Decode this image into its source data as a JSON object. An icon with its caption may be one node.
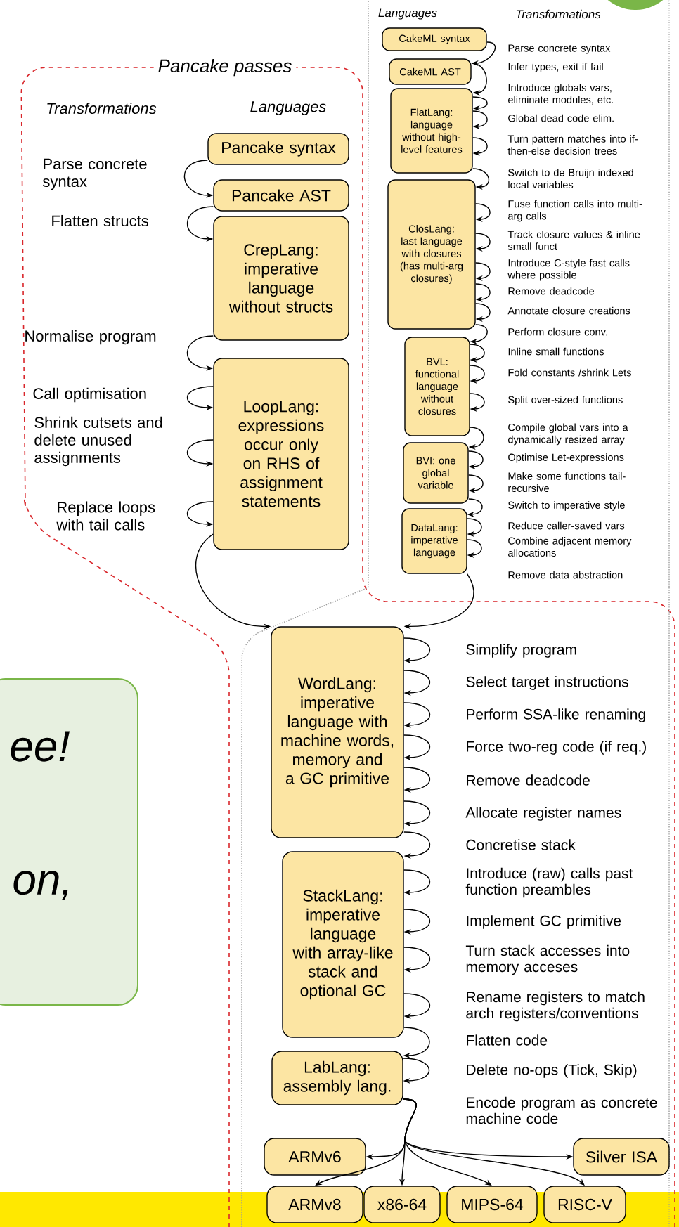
{
  "diagram": {
    "nodes": [
      {
        "text": [
          "Pancake passes",
          "Transformations",
          "Languages"
        ]
      },
      {
        "text": [
          "Pancake syntax"
        ],
        "in": 0
      },
      {
        "text": [
          "Pancake AST"
        ],
        "in": 0
      },
      {
        "text": [
          "CrepLang: imperative language without structs"
        ],
        "in": 0
      },
      {
        "text": [
          "LoopLang: expressions occur only on RHS of assignment statements"
        ],
        "in": 0
      },
      {
        "text": [
          "Languages",
          "Transformations"
        ]
      },
      {
        "text": [
          "CakeML syntax"
        ],
        "in": 5
      },
      {
        "text": [
          "CakeML AST"
        ],
        "in": 5
      },
      {
        "text": [
          "FlatLang: language without high-level features"
        ],
        "in": 5
      },
      {
        "text": [
          "ClosLang: last language with closures (has multi-arg closures)"
        ],
        "in": 5
      },
      {
        "text": [
          "BVL: functional language without closures"
        ],
        "in": 5
      },
      {
        "text": [
          "BVI: one global variable"
        ],
        "in": 5
      },
      {
        "text": [
          "DataLang: imperative language"
        ],
        "in": 5
      },
      {
        "text": [
          "WordLang: imperative language with machine words, memory and a GC primitive"
        ]
      },
      {
        "text": [
          "StackLang: imperative language with array-like stack and optional GC"
        ]
      },
      {
        "text": [
          "LabLang: assembly lang."
        ]
      },
      {
        "text": [
          "ARMv6"
        ]
      },
      {
        "text": [
          "Silver ISA"
        ]
      },
      {
        "text": [
          "ARMv8"
        ]
      },
      {
        "text": [
          "x86-64"
        ]
      },
      {
        "text": [
          "MIPS-64"
        ]
      },
      {
        "text": [
          "RISC-V"
        ]
      },
      {
        "text": [
          "ee!",
          "on,"
        ]
      }
    ],
    "edges": [
      {
        "from": 1,
        "to": 2,
        "arrow": "to",
        "label": "Parse concrete syntax"
      },
      {
        "from": 2,
        "to": 3,
        "arrow": "to",
        "label": "Flatten structs"
      },
      {
        "from": 3,
        "to": 4,
        "arrow": "to",
        "label": "Normalise program"
      },
      {
        "from": 4,
        "to": 4,
        "arrow": "to",
        "label": "Call optimisation"
      },
      {
        "from": 4,
        "to": 4,
        "arrow": "to",
        "label": "Shrink cutsets and delete unused assignments"
      },
      {
        "from": 4,
        "to": 4,
        "arrow": "to",
        "label": "Replace loops with tail calls"
      },
      {
        "from": 4,
        "to": 13,
        "arrow": "to"
      },
      {
        "from": 6,
        "to": 7,
        "arrow": "to",
        "label": "Parse concrete syntax"
      },
      {
        "from": 7,
        "to": 8,
        "arrow": "to",
        "label": "Infer types, exit if fail"
      },
      {
        "from": 8,
        "to": 8,
        "arrow": "to",
        "label": "Introduce globals vars, eliminate modules, etc."
      },
      {
        "from": 8,
        "to": 8,
        "arrow": "to",
        "label": "Global dead code elim."
      },
      {
        "from": 8,
        "to": 8,
        "arrow": "to",
        "label": "Turn pattern matches into if-then-else decision trees"
      },
      {
        "from": 8,
        "to": 9,
        "arrow": "to",
        "label": "Switch to de Bruijn indexed local variables"
      },
      {
        "from": 9,
        "to": 9,
        "arrow": "to",
        "label": "Fuse function calls into multi-arg calls"
      },
      {
        "from": 9,
        "to": 9,
        "arrow": "to",
        "label": "Track closure values & inline small funct"
      },
      {
        "from": 9,
        "to": 9,
        "arrow": "to",
        "label": "Introduce C-style fast calls where possible"
      },
      {
        "from": 9,
        "to": 9,
        "arrow": "to",
        "label": "Remove deadcode"
      },
      {
        "from": 9,
        "to": 9,
        "arrow": "to",
        "label": "Annotate closure creations"
      },
      {
        "from": 9,
        "to": 10,
        "arrow": "to",
        "label": "Perform closure conv."
      },
      {
        "from": 10,
        "to": 10,
        "arrow": "to",
        "label": "Inline small functions"
      },
      {
        "from": 10,
        "to": 10,
        "arrow": "to",
        "label": "Fold constants /shrink Lets"
      },
      {
        "from": 10,
        "to": 10,
        "arrow": "to",
        "label": "Split over-sized functions"
      },
      {
        "from": 10,
        "to": 11,
        "arrow": "to",
        "label": "Compile global vars into a dynamically resized array"
      },
      {
        "from": 11,
        "to": 11,
        "arrow": "to",
        "label": "Optimise Let-expressions"
      },
      {
        "from": 11,
        "to": 11,
        "arrow": "to",
        "label": "Make some functions tail-recursive"
      },
      {
        "from": 11,
        "to": 12,
        "arrow": "to",
        "label": "Switch to imperative style"
      },
      {
        "from": 12,
        "to": 12,
        "arrow": "to",
        "label": "Reduce caller-saved vars"
      },
      {
        "from": 12,
        "to": 12,
        "arrow": "to",
        "label": "Combine adjacent memory allocations"
      },
      {
        "from": 12,
        "to": 13,
        "arrow": "to",
        "label": "Remove data abstraction"
      },
      {
        "from": 13,
        "to": 13,
        "arrow": "to",
        "label": "Simplify program"
      },
      {
        "from": 13,
        "to": 13,
        "arrow": "to",
        "label": "Select target instructions"
      },
      {
        "from": 13,
        "to": 13,
        "arrow": "to",
        "label": "Perform SSA-like renaming"
      },
      {
        "from": 13,
        "to": 13,
        "arrow": "to",
        "label": "Force two-reg code (if req.)"
      },
      {
        "from": 13,
        "to": 13,
        "arrow": "to",
        "label": "Remove deadcode"
      },
      {
        "from": 13,
        "to": 13,
        "arrow": "to",
        "label": "Allocate register names"
      },
      {
        "from": 13,
        "to": 14,
        "arrow": "to",
        "label": "Concretise stack"
      },
      {
        "from": 14,
        "to": 14,
        "arrow": "to",
        "label": "Introduce (raw) calls past function preambles"
      },
      {
        "from": 14,
        "to": 14,
        "arrow": "to",
        "label": "Implement GC primitive"
      },
      {
        "from": 14,
        "to": 14,
        "arrow": "to",
        "label": "Turn stack accesses into memory acceses"
      },
      {
        "from": 14,
        "to": 14,
        "arrow": "to",
        "label": "Rename registers to match arch registers/conventions"
      },
      {
        "from": 14,
        "to": 15,
        "arrow": "to",
        "label": "Flatten code"
      },
      {
        "from": 15,
        "to": 15,
        "arrow": "to",
        "label": "Delete no-ops (Tick, Skip)"
      },
      {
        "from": 15,
        "to": 16,
        "arrow": "to",
        "label": "Encode program as concrete machine code"
      },
      {
        "from": 15,
        "to": 17,
        "arrow": "to"
      },
      {
        "from": 15,
        "to": 18,
        "arrow": "to"
      },
      {
        "from": 15,
        "to": 19,
        "arrow": "to"
      },
      {
        "from": 15,
        "to": 20,
        "arrow": "to"
      },
      {
        "from": 15,
        "to": 21,
        "arrow": "to"
      }
    ]
  }
}
